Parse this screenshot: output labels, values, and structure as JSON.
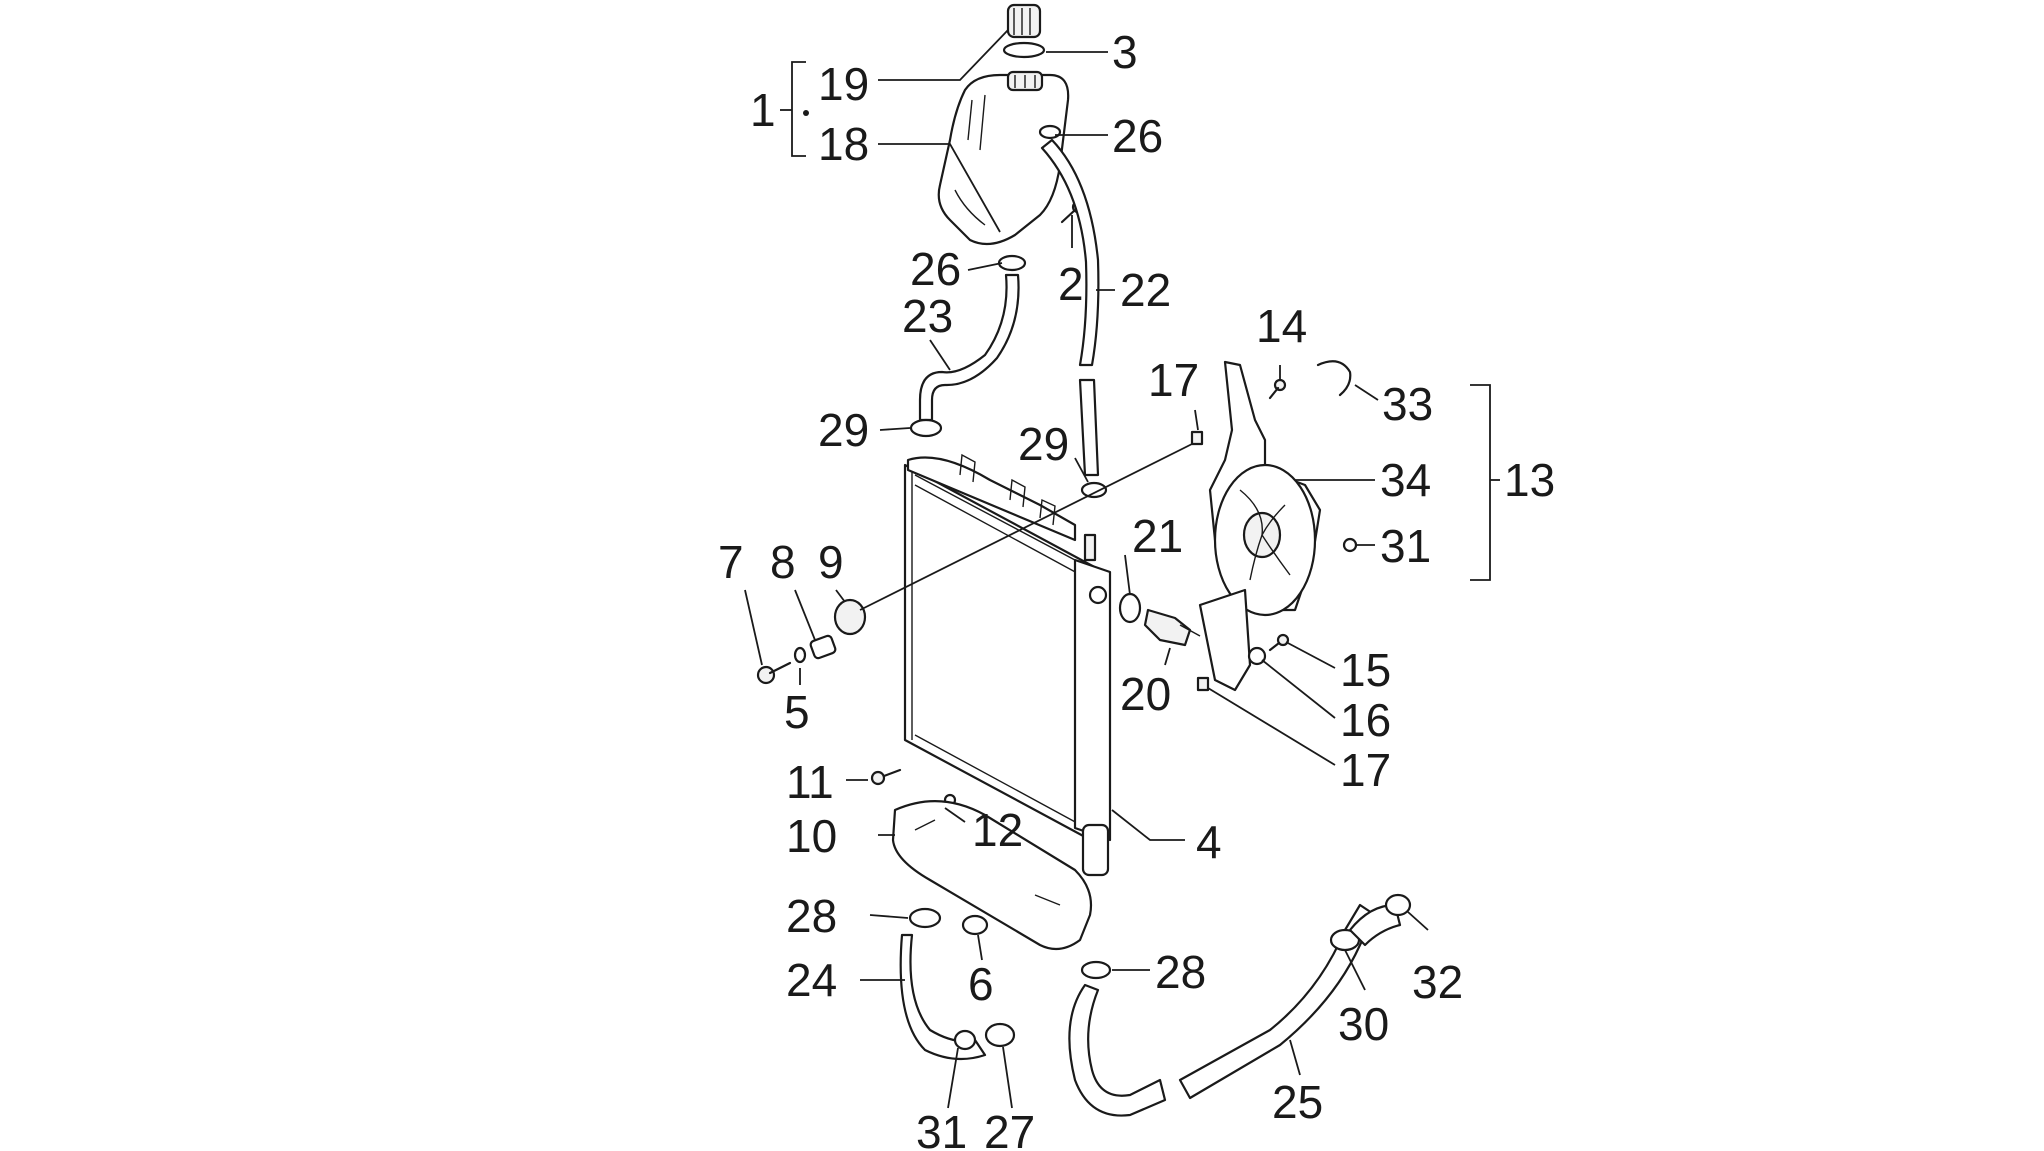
{
  "callouts": [
    {
      "id": "c19a",
      "text": "19"
    },
    {
      "id": "c3",
      "text": "3"
    },
    {
      "id": "c1",
      "text": "1"
    },
    {
      "id": "c18",
      "text": "18"
    },
    {
      "id": "c26a",
      "text": "26"
    },
    {
      "id": "c26b",
      "text": "26"
    },
    {
      "id": "c2",
      "text": "2"
    },
    {
      "id": "c22",
      "text": "22"
    },
    {
      "id": "c23",
      "text": "23"
    },
    {
      "id": "c14",
      "text": "14"
    },
    {
      "id": "c17a",
      "text": "17"
    },
    {
      "id": "c33",
      "text": "33"
    },
    {
      "id": "c29a",
      "text": "29"
    },
    {
      "id": "c29b",
      "text": "29"
    },
    {
      "id": "c34",
      "text": "34"
    },
    {
      "id": "c13",
      "text": "13"
    },
    {
      "id": "c7",
      "text": "7"
    },
    {
      "id": "c8",
      "text": "8"
    },
    {
      "id": "c9",
      "text": "9"
    },
    {
      "id": "c21",
      "text": "21"
    },
    {
      "id": "c31a",
      "text": "31"
    },
    {
      "id": "c5",
      "text": "5"
    },
    {
      "id": "c20",
      "text": "20"
    },
    {
      "id": "c15",
      "text": "15"
    },
    {
      "id": "c16",
      "text": "16"
    },
    {
      "id": "c17b",
      "text": "17"
    },
    {
      "id": "c11",
      "text": "11"
    },
    {
      "id": "c12",
      "text": "12"
    },
    {
      "id": "c10",
      "text": "10"
    },
    {
      "id": "c4",
      "text": "4"
    },
    {
      "id": "c28a",
      "text": "28"
    },
    {
      "id": "c28b",
      "text": "28"
    },
    {
      "id": "c6",
      "text": "6"
    },
    {
      "id": "c24",
      "text": "24"
    },
    {
      "id": "c32",
      "text": "32"
    },
    {
      "id": "c30",
      "text": "30"
    },
    {
      "id": "c25",
      "text": "25"
    },
    {
      "id": "c31b",
      "text": "31"
    },
    {
      "id": "c27",
      "text": "27"
    }
  ]
}
